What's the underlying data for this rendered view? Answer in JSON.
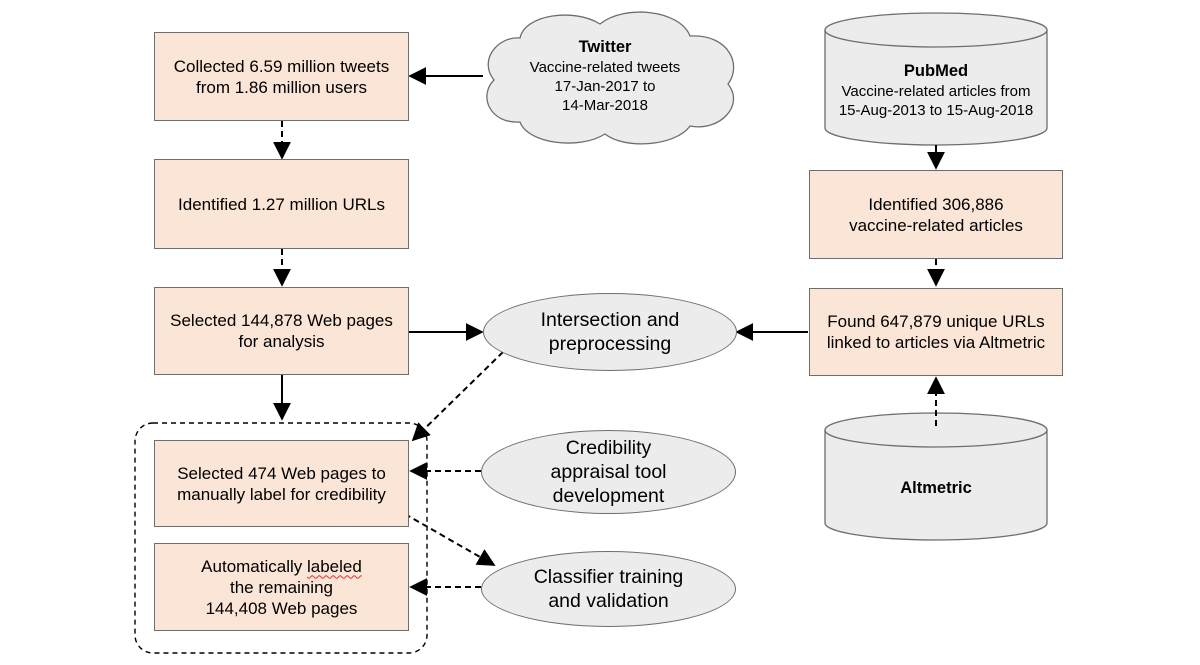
{
  "nodes": {
    "collected": [
      "Collected 6.59 million tweets",
      "from 1.86 million users"
    ],
    "identified_urls": [
      "Identified 1.27 million URLs"
    ],
    "selected_pages": [
      "Selected 144,878 Web pages",
      "for analysis"
    ],
    "manual_label": [
      "Selected 474 Web pages to",
      "manually label for credibility"
    ],
    "auto_label": [
      "Automatically labeled",
      "the remaining",
      "144,408 Web pages"
    ],
    "intersection": [
      "Intersection and",
      "preprocessing"
    ],
    "credibility_tool": [
      "Credibility",
      "appraisal tool",
      "development"
    ],
    "classifier": [
      "Classifier training",
      "and validation"
    ],
    "identified_articles": [
      "Identified 306,886",
      "vaccine-related articles"
    ],
    "found_urls": [
      "Found 647,879 unique URLs",
      "linked to articles via Altmetric"
    ]
  },
  "sources": {
    "twitter": {
      "title": "Twitter",
      "lines": [
        "Vaccine-related tweets",
        "17-Jan-2017 to",
        "14-Mar-2018"
      ]
    },
    "pubmed": {
      "title": "PubMed",
      "lines": [
        "Vaccine-related articles from",
        "15-Aug-2013 to 15-Aug-2018"
      ]
    },
    "altmetric": {
      "title": "Altmetric"
    }
  },
  "colors": {
    "box_fill": "#fbe5d6",
    "ellipse_fill": "#ececec",
    "outline": "#6e6e6e"
  }
}
